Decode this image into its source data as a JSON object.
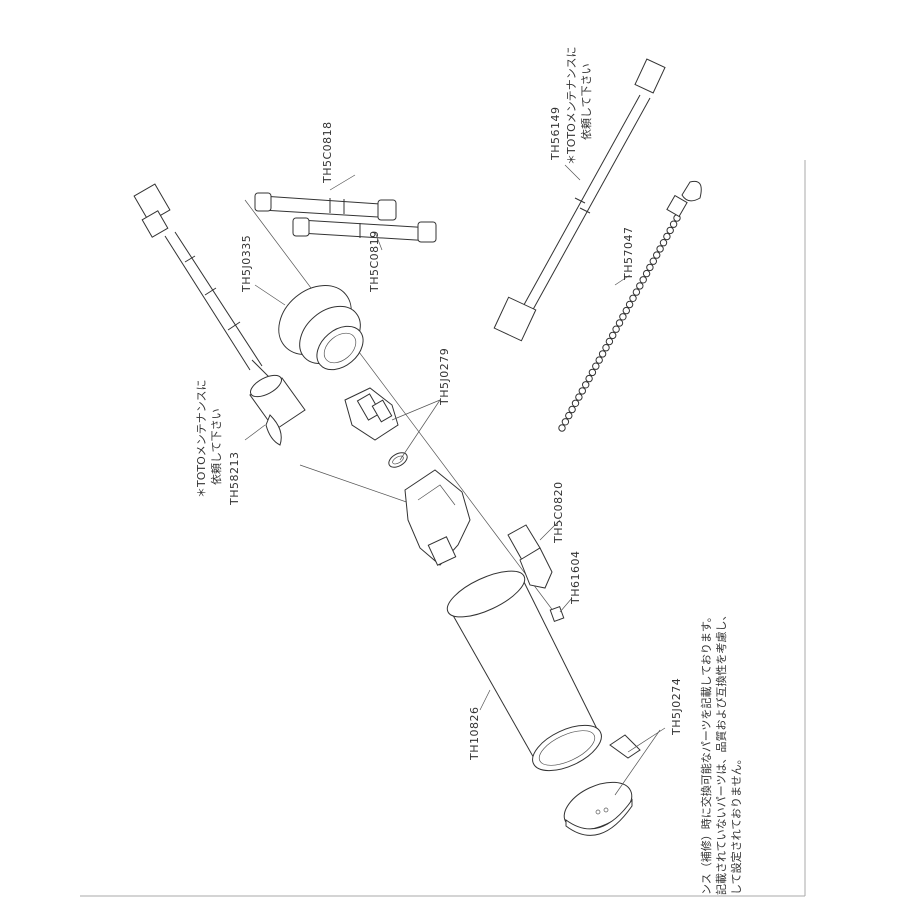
{
  "parts": [
    {
      "id": "TH5C0818",
      "label": "TH5C0818"
    },
    {
      "id": "TH5C0819",
      "label": "TH5C0819"
    },
    {
      "id": "TH5J0335",
      "label": "TH5J0335"
    },
    {
      "id": "TH5J0279",
      "label": "TH5J0279"
    },
    {
      "id": "TH5C0820",
      "label": "TH5C0820"
    },
    {
      "id": "TH61604",
      "label": "TH61604"
    },
    {
      "id": "TH10826",
      "label": "TH10826"
    },
    {
      "id": "TH5J0274",
      "label": "TH5J0274"
    },
    {
      "id": "TH56149",
      "label": "TH56149"
    },
    {
      "id": "TH57047",
      "label": "TH57047"
    },
    {
      "id": "TH58213",
      "label": "TH58213"
    }
  ],
  "maintenance_notes": {
    "th56149": {
      "line1": "＊TOTOメンテナンスに",
      "line2": "依頼して下さい"
    },
    "th58213": {
      "line1": "＊TOTOメンテナンスに",
      "line2": "依頼して下さい"
    }
  },
  "footer_note": {
    "line1": "ンス（補修）時に交換可能なパーツを記載しております。",
    "line2": "記載されていないパーツは、品質および互換性を考慮し、",
    "line3": "して設定されておりません。"
  }
}
